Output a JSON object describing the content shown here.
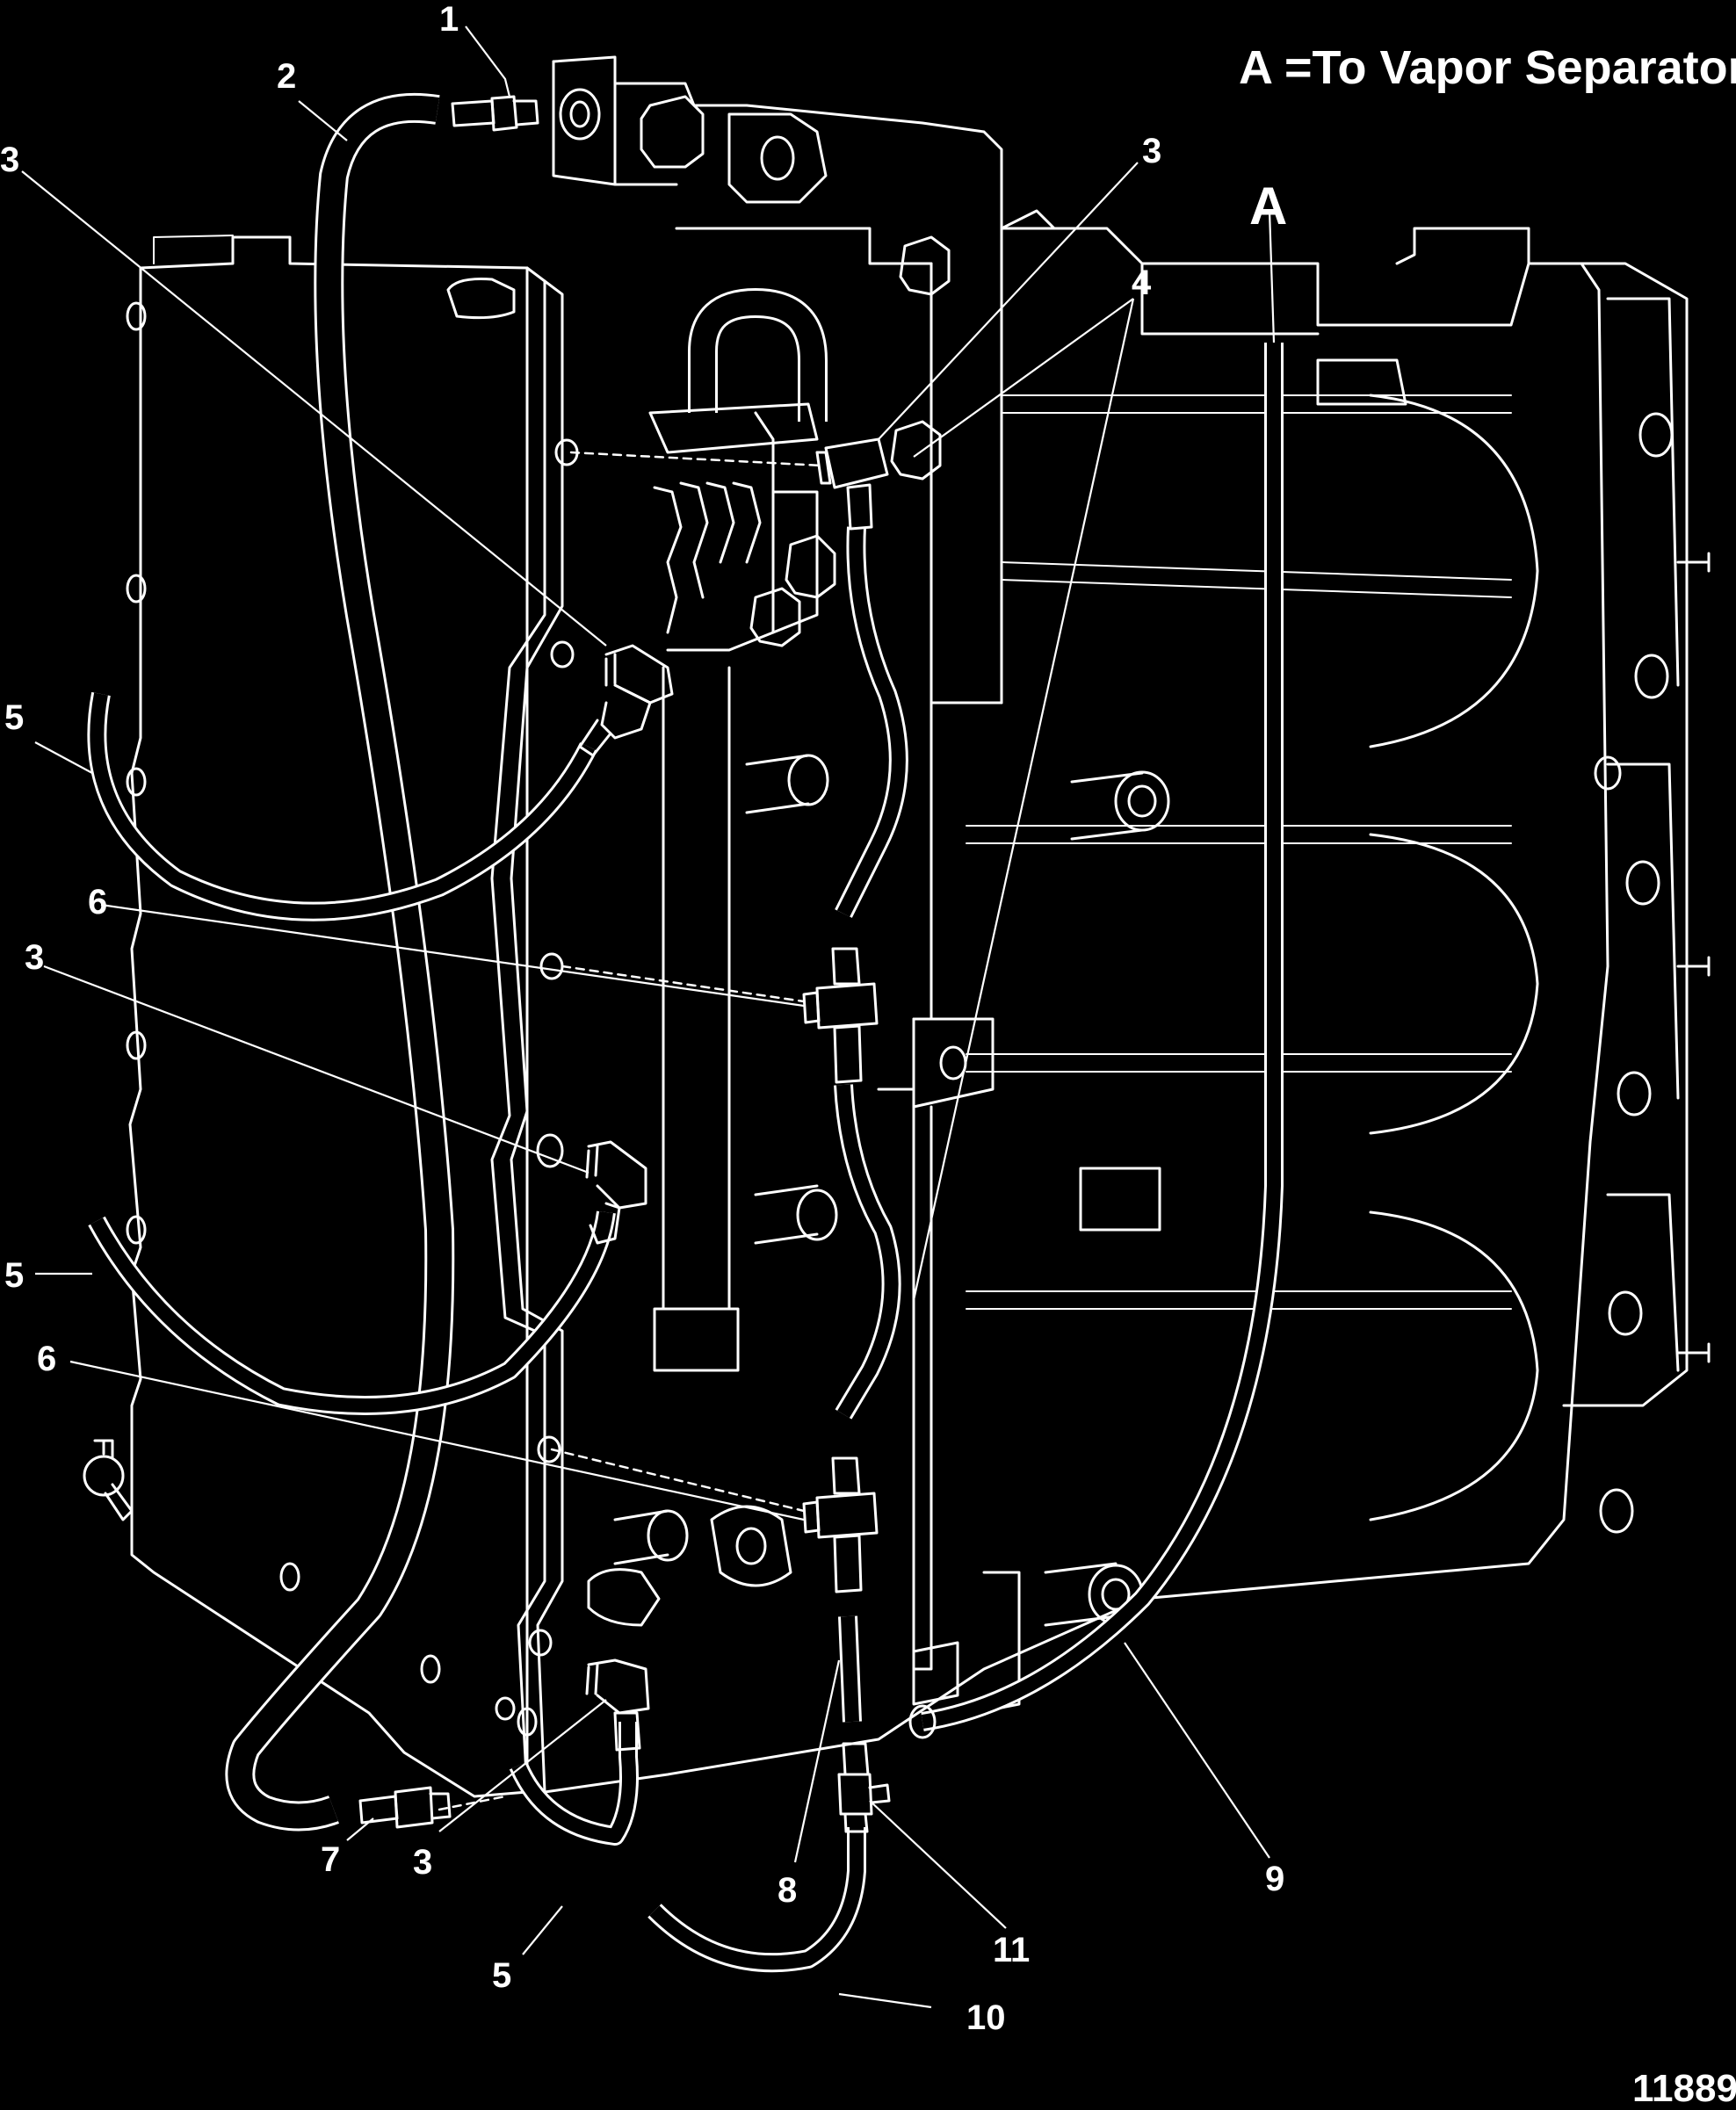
{
  "legend": {
    "key": "A",
    "separator": " =",
    "text": "To Vapor Separator"
  },
  "line_label": "A",
  "figure_number": "11889",
  "callouts": [
    "1",
    "2",
    "3",
    "3",
    "3",
    "3",
    "4",
    "5",
    "5",
    "5",
    "6",
    "6",
    "7",
    "8",
    "9",
    "10",
    "11"
  ]
}
